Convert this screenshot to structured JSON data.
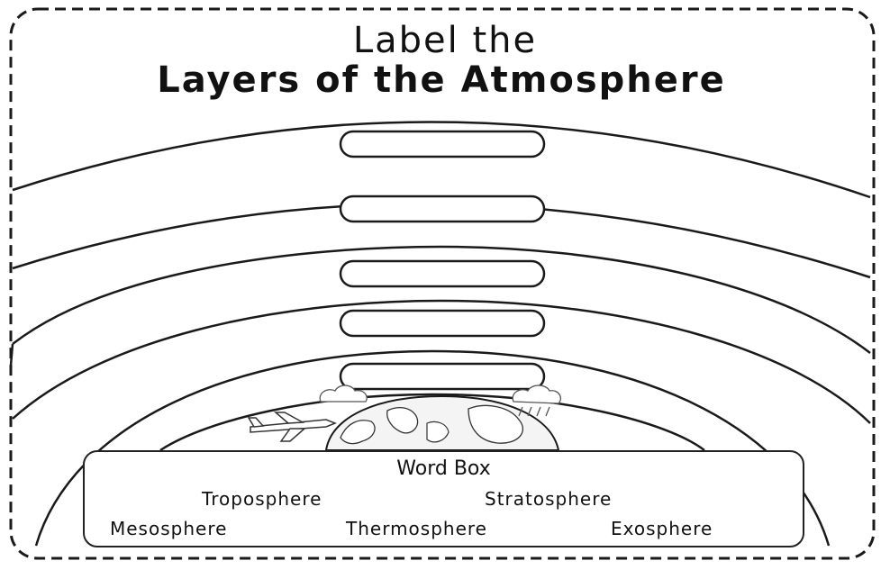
{
  "worksheet": {
    "title_line1": "Label the",
    "title_line2": "Layers of the Atmosphere",
    "label_slots": 5,
    "word_box": {
      "title": "Word Box",
      "terms": [
        "Troposphere",
        "Stratosphere",
        "Mesosphere",
        "Thermosphere",
        "Exosphere"
      ]
    },
    "colors": {
      "line": "#1a1a1a",
      "background": "#ffffff",
      "earth_fill": "#f4f4f4"
    }
  }
}
